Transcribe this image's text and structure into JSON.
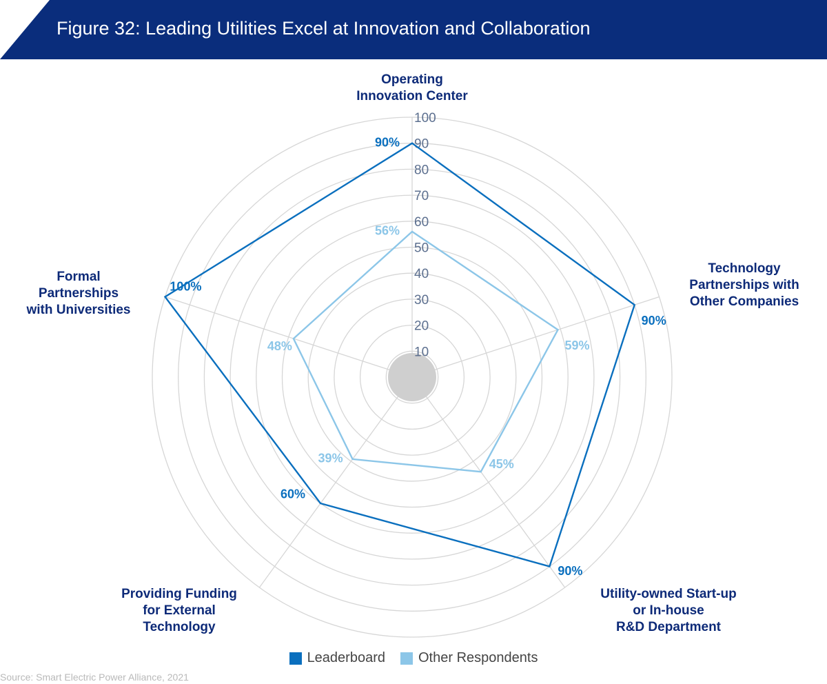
{
  "title": "Figure 32: Leading Utilities Excel at Innovation and Collaboration",
  "colors": {
    "banner": "#0a2d7c",
    "leaderboard": "#0a6fbe",
    "other": "#8cc6e8",
    "label": "#0d2a78",
    "grid": "#d6d6d6",
    "center": "#cfcfcf"
  },
  "chart_data": {
    "type": "radar",
    "categories": [
      "Operating\nInnovation Center",
      "Technology\nPartnerships with\nOther Companies",
      "Utility-owned Start-up\nor In-house\nR&D Department",
      "Providing Funding\nfor External\nTechnology",
      "Formal\nPartnerships\nwith Universities"
    ],
    "series": [
      {
        "name": "Leaderboard",
        "values": [
          90,
          90,
          90,
          60,
          100
        ],
        "labels": [
          "90%",
          "90%",
          "90%",
          "60%",
          "100%"
        ]
      },
      {
        "name": "Other Respondents",
        "values": [
          56,
          59,
          45,
          39,
          48
        ],
        "labels": [
          "56%",
          "59%",
          "45%",
          "39%",
          "48%"
        ]
      }
    ],
    "ticks": [
      10,
      20,
      30,
      40,
      50,
      60,
      70,
      80,
      90,
      100
    ],
    "rlim": [
      0,
      100
    ],
    "grid": true,
    "legend": "bottom-center"
  },
  "legend": {
    "items": [
      "Leaderboard",
      "Other Respondents"
    ]
  },
  "source": "Source: Smart Electric Power Alliance, 2021"
}
